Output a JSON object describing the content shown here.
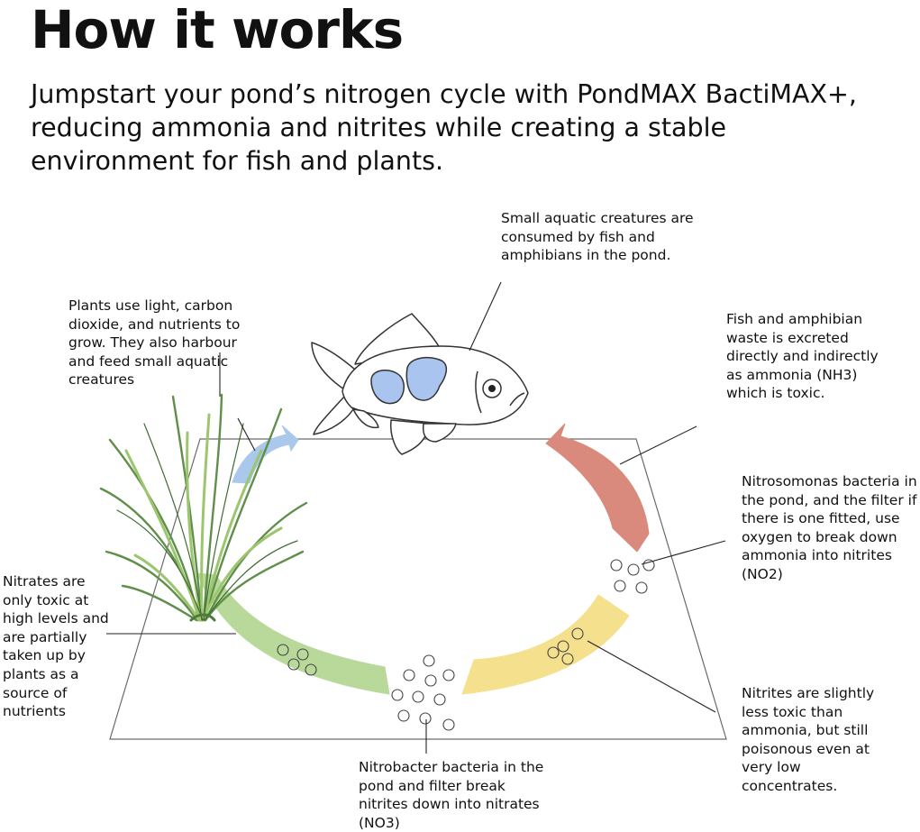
{
  "title": "How it works",
  "intro": "Jumpstart your pond’s nitrogen cycle with PondMAX BactiMAX+, reducing ammonia and nitrites while creating a stable environment for fish and plants.",
  "notes": {
    "creatures": "Small aquatic creatures are consumed by fish and amphibians in the pond.",
    "plants": "Plants use light, carbon dioxide, and nutrients to grow. They also harbour and feed small aquatic creatures",
    "waste": "Fish and amphibian waste is excreted directly and indirectly as ammonia (NH3) which is toxic.",
    "nitrosomonas": "Nitrosomonas bacteria in the pond, and the filter if there is one fitted, use oxygen to break down ammonia into nitrites (NO2)",
    "nitrates": "Nitrates are only toxic at high levels and are partially taken up by plants as a source of nutrients",
    "nitrites": "Nitrites are slightly less toxic than ammonia, but still poisonous even at very low concentrates.",
    "nitrobacter": "Nitrobacter bacteria in the pond and filter break nitrites down into nitrates (NO3)"
  },
  "colors": {
    "blue_arrow": "#a9c8ec",
    "red_arrow": "#d98a7c",
    "yellow_arrow": "#f5e08d",
    "green_arrow": "#b9d99a",
    "fish_spots": "#a9c4ef",
    "plant_dark": "#5f8f4a",
    "plant_light": "#9dc56f"
  },
  "icons": [
    "fish-illustration",
    "pond-plant-illustration",
    "bacteria-bubbles"
  ]
}
